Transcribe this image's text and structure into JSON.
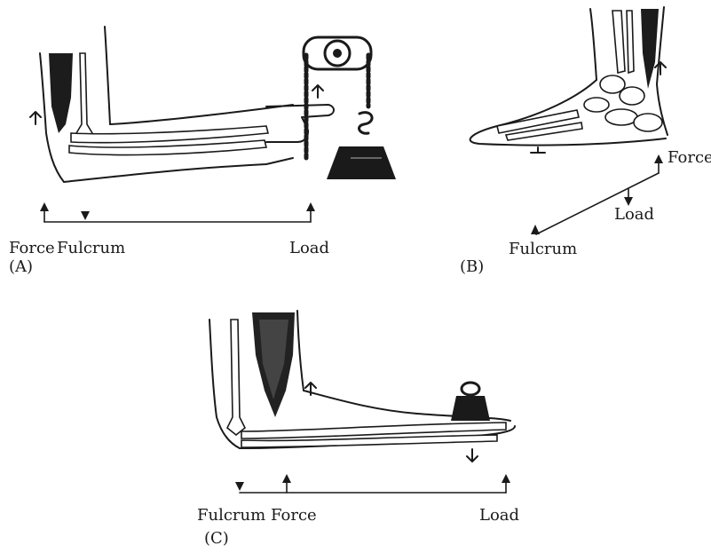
{
  "panels": {
    "a": {
      "letter": "(A)",
      "labels": {
        "force": "Force",
        "fulcrum": "Fulcrum",
        "load": "Load"
      }
    },
    "b": {
      "letter": "(B)",
      "labels": {
        "force": "Force",
        "fulcrum": "Fulcrum",
        "load": "Load"
      }
    },
    "c": {
      "letter": "(C)",
      "labels": {
        "force": "Force",
        "fulcrum": "Fulcrum",
        "load": "Load"
      }
    }
  }
}
